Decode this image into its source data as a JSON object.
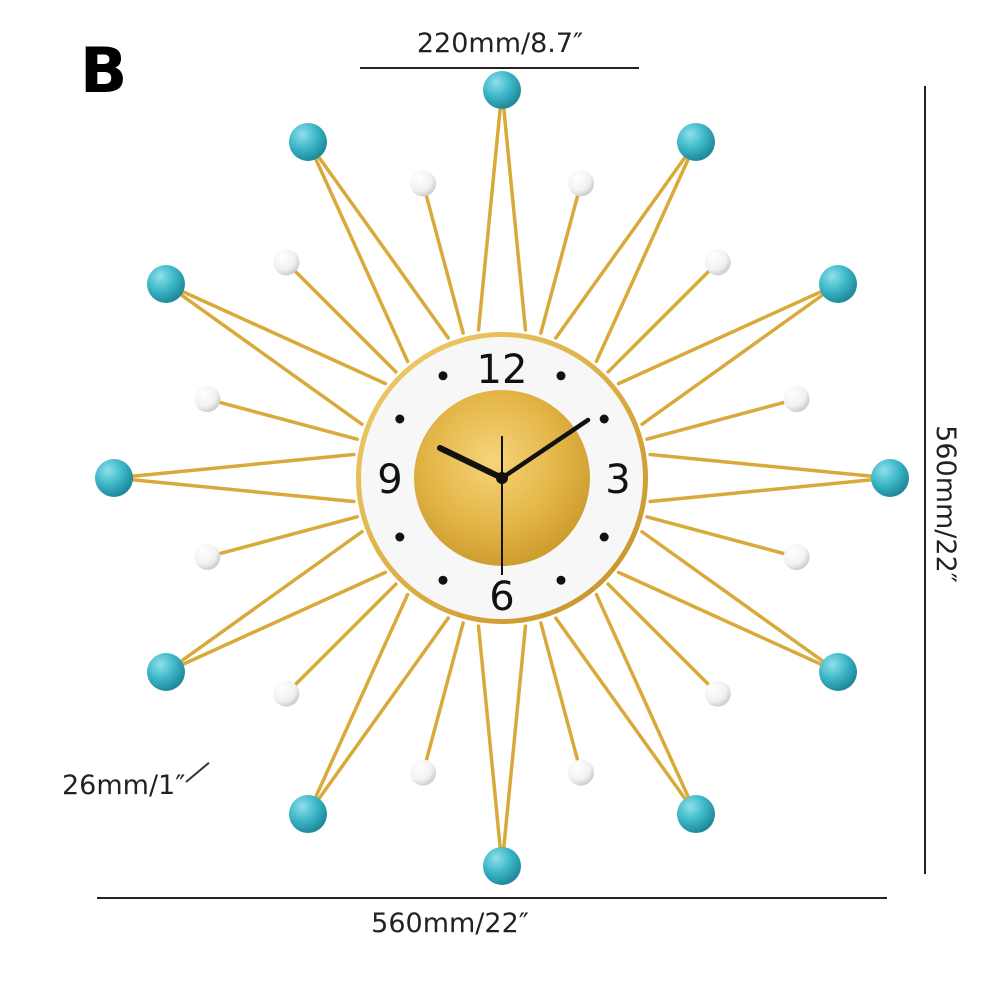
{
  "variant_label": "B",
  "dimensions": {
    "top_width": "220mm/8.7″",
    "bottom_width": "560mm/22″",
    "right_height": "560mm/22″",
    "depth": "26mm/1″"
  },
  "clock": {
    "numerals": {
      "twelve": "12",
      "three": "3",
      "six": "6",
      "nine": "9"
    },
    "time_shown": {
      "hour_hand_toward": "10",
      "minute_hand_toward": "2",
      "second_hand_toward": "6"
    }
  },
  "colors": {
    "gold": "#d9a93a",
    "gold_light": "#f1cf6d",
    "turquoise": "#3cb6c8",
    "white_ball": "#f4f4f4",
    "dial_white": "#f7f7f7",
    "hands": "#111111"
  }
}
